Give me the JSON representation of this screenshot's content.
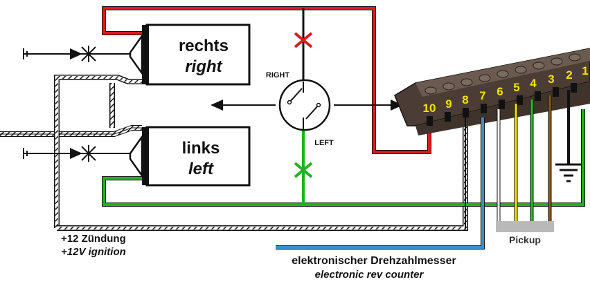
{
  "colors": {
    "red_wire": "#e0191c",
    "green_wire": "#1db31d",
    "blue_wire": "#3b8fc4",
    "white_wire": "#ffffff",
    "yellow_wire": "#f2e300",
    "green_wire_2": "#2bbf2b",
    "brown_wire": "#8a5a1a",
    "black_wire": "#111111",
    "terminal_block": "#5a4a40",
    "pin_labels": "#f2e300",
    "pickup_bar": "#b9b9b9"
  },
  "coils": {
    "right": {
      "label_de": "rechts",
      "label_en": "right"
    },
    "left": {
      "label_de": "links",
      "label_en": "left"
    }
  },
  "switch": {
    "right_label": "RIGHT",
    "left_label": "LEFT"
  },
  "terminal_pins": [
    "10",
    "9",
    "8",
    "7",
    "6",
    "5",
    "4",
    "3",
    "2",
    "1"
  ],
  "ignition": {
    "label_de": "+12 Zündung",
    "label_en": "+12V ignition"
  },
  "rev_counter": {
    "label_de": "elektronischer Drehzahlmesser",
    "label_en": "electronic rev counter"
  },
  "pickup": {
    "label": "Pickup"
  },
  "icons": {
    "ground": "ground-symbol-icon",
    "spark_gap": "spark-gap-icon",
    "cross_mark": "x-mark-icon",
    "double_arrow": "double-arrow-icon"
  }
}
